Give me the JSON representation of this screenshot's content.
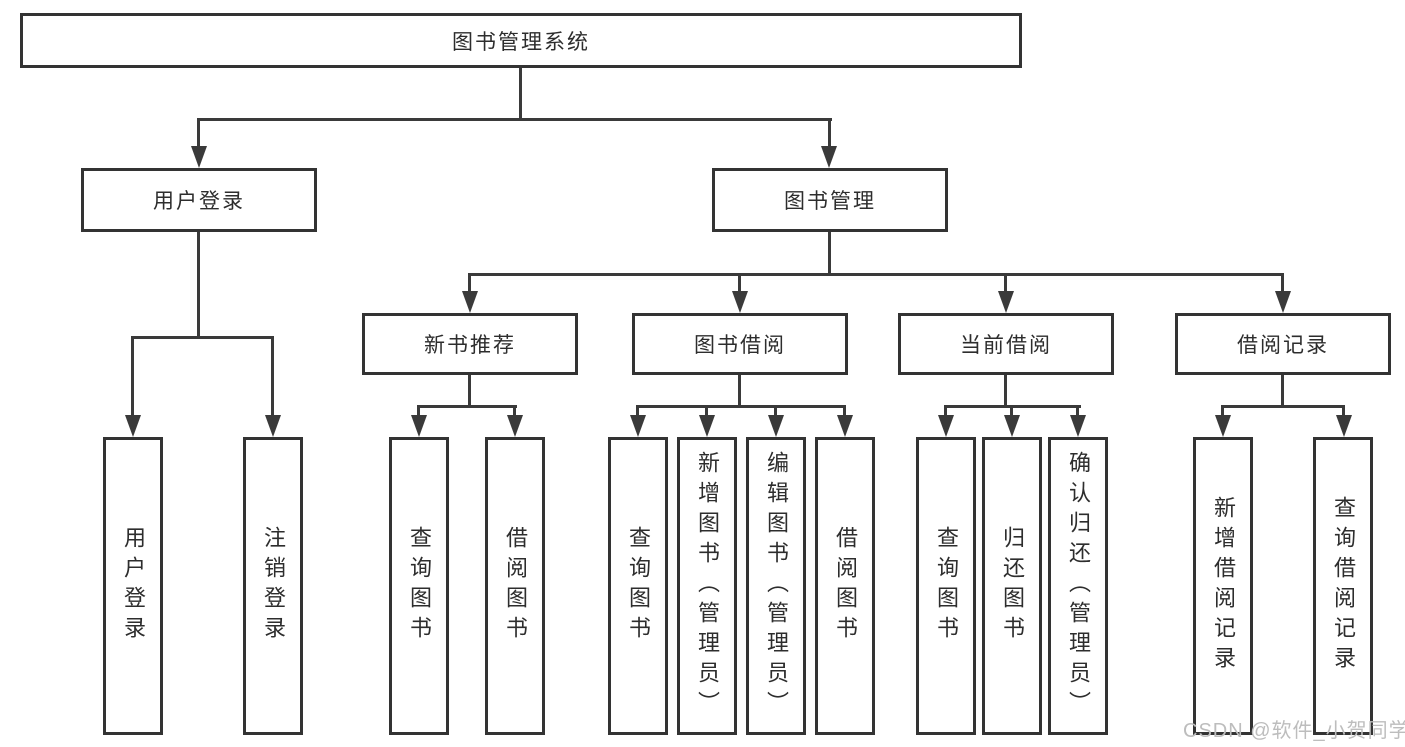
{
  "tree": {
    "root": {
      "label": "图书管理系统"
    },
    "user_login_branch": {
      "label": "用户登录",
      "children": [
        {
          "label": "用户登录"
        },
        {
          "label": "注销登录"
        }
      ]
    },
    "book_mgmt_branch": {
      "label": "图书管理",
      "sections": [
        {
          "label": "新书推荐",
          "children": [
            {
              "label": "查询图书"
            },
            {
              "label": "借阅图书"
            }
          ]
        },
        {
          "label": "图书借阅",
          "children": [
            {
              "label": "查询图书"
            },
            {
              "label": "新增图书（管理员）"
            },
            {
              "label": "编辑图书（管理员）"
            },
            {
              "label": "借阅图书"
            }
          ]
        },
        {
          "label": "当前借阅",
          "children": [
            {
              "label": "查询图书"
            },
            {
              "label": "归还图书"
            },
            {
              "label": "确认归还（管理员）"
            }
          ]
        },
        {
          "label": "借阅记录",
          "children": [
            {
              "label": "新增借阅记录"
            },
            {
              "label": "查询借阅记录"
            }
          ]
        }
      ]
    }
  },
  "watermark": {
    "text": "CSDN @软件_小贺同学"
  },
  "colors": {
    "line": "#3a3a3a",
    "border": "#333333",
    "text": "#2d2d2d",
    "background": "#ffffff",
    "watermark": "#bdbdbd"
  }
}
